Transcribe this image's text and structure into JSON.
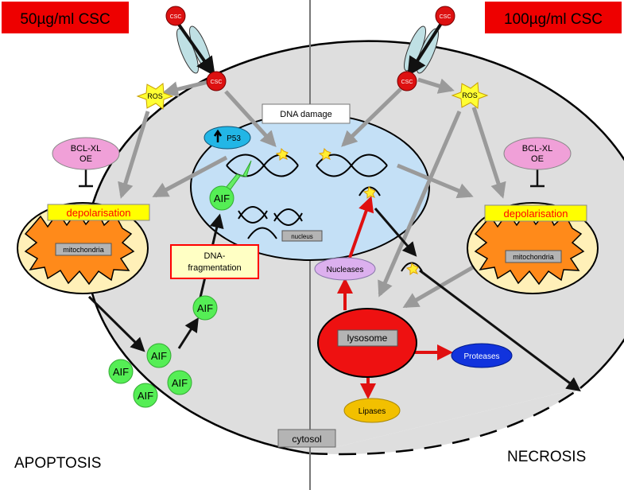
{
  "left_condition": "50µg/ml CSC",
  "right_condition": "100µg/ml CSC",
  "left_outcome": "APOPTOSIS",
  "right_outcome": "NECROSIS",
  "csc_label": "CSC",
  "ros_label": "ROS",
  "bclxl_label": "BCL-XL",
  "oe_label": "OE",
  "depolarisation_label": "depolarisation",
  "mitochondria_label": "mitochondria",
  "dna_damage_label": "DNA damage",
  "p53_label": "P53",
  "nucleus_label": "nucleus",
  "aif_label": "AIF",
  "dna_frag_line1": "DNA-",
  "dna_frag_line2": "fragmentation",
  "nucleases_label": "Nucleases",
  "lysosome_label": "lysosome",
  "proteases_label": "Proteases",
  "lipases_label": "Lipases",
  "cytosol_label": "cytosol",
  "colors": {
    "banner": "#ee0000",
    "csc": "#dd1111",
    "ros": "#ffff33",
    "bclxl": "#f0a0d8",
    "depolarisation_box": "#ffff00",
    "depolarisation_text": "#ff0000",
    "mito_outer": "#fff0b8",
    "mito_inner": "#ff8a1a",
    "nucleus": "#c4e0f6",
    "p53": "#22b6e6",
    "aif": "#55ee55",
    "nucleases": "#dcb0ee",
    "lysosome": "#ee1111",
    "proteases": "#1133dd",
    "lipases": "#f2c000",
    "cell": "#dedede",
    "receptor": "#bfe0e4"
  }
}
